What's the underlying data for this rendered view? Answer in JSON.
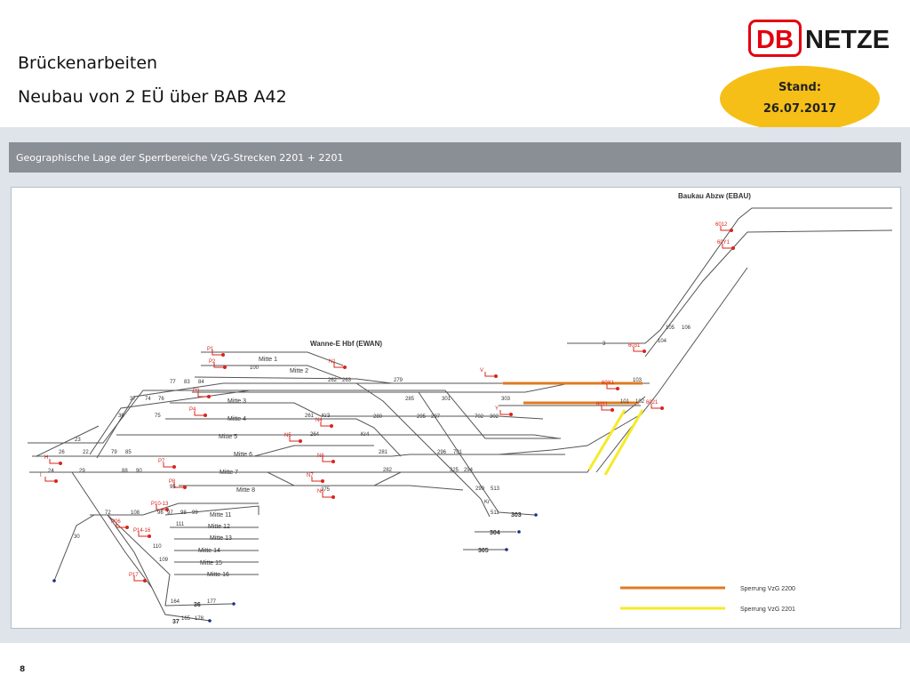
{
  "header": {
    "title_line1": "Brückenarbeiten",
    "title_line2": "Neubau von 2 EÜ über BAB A42",
    "logo_db": "DB",
    "logo_netze": "NETZE",
    "stand_label": "Stand:",
    "stand_date": "26.07.2017"
  },
  "section_title": "Geographische Lage der Sperrbereiche VzG-Strecken 2201 + 2201",
  "diagram": {
    "station_labels": [
      "Wanne-E Hbf (EWAN)",
      "Baukau Abzw (EBAU)"
    ],
    "track_names": [
      "Mitte 1",
      "Mitte 2",
      "Mitte 3",
      "Mitte 4",
      "Mitte 5",
      "Mitte 6",
      "Mitte 7",
      "Mitte 8",
      "Mitte 11",
      "Mitte 12",
      "Mitte 13",
      "Mitte 14",
      "Mitte 15",
      "Mitte 16"
    ],
    "siding_numbers": [
      "303",
      "304",
      "305",
      "36",
      "37",
      "3"
    ],
    "signals": [
      "P1",
      "P2",
      "P3",
      "P4",
      "P7",
      "P8",
      "P10-13",
      "P06",
      "P14-16",
      "P17",
      "N1",
      "N4",
      "N5",
      "N6",
      "N7",
      "N8",
      "V",
      "Y",
      "H",
      "I",
      "60X1",
      "6011",
      "6021",
      "6031",
      "6012",
      "60Y1"
    ],
    "switch_numbers": [
      "100",
      "77",
      "83",
      "84",
      "37",
      "74",
      "76",
      "36",
      "75",
      "23",
      "26",
      "22",
      "79",
      "85",
      "24",
      "29",
      "88",
      "90",
      "95",
      "96",
      "97",
      "98",
      "99",
      "72",
      "108",
      "111",
      "110",
      "109",
      "30",
      "164",
      "177",
      "165",
      "178",
      "262",
      "263",
      "264",
      "261",
      "275",
      "281",
      "282",
      "279",
      "285",
      "301",
      "303",
      "280",
      "295",
      "297",
      "702",
      "302",
      "296",
      "701",
      "325",
      "294",
      "299",
      "513",
      "511",
      "103",
      "101",
      "102",
      "104",
      "105",
      "106"
    ],
    "misc_labels": [
      "Kr3",
      "Kr4",
      "Kr"
    ],
    "colors": {
      "sperrung_2200": "#e07b20",
      "sperrung_2201": "#f5ea2a",
      "signal": "#d9231b",
      "track": "#555555"
    },
    "legend": [
      {
        "label": "Sperrung VzG 2200",
        "color": "#e07b20"
      },
      {
        "label": "Sperrung VzG 2201",
        "color": "#f5ea2a"
      }
    ]
  },
  "page_number": "8"
}
